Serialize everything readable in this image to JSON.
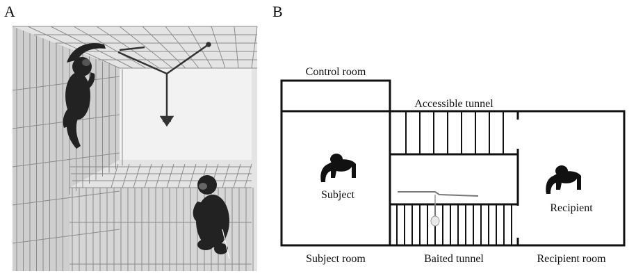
{
  "panel_a": {
    "letter": "A"
  },
  "panel_b": {
    "letter": "B",
    "labels": {
      "control_room": "Control room",
      "accessible_tunnel": "Accessible tunnel",
      "subject": "Subject",
      "recipient": "Recipient",
      "subject_room": "Subject room",
      "baited_tunnel": "Baited tunnel",
      "recipient_room": "Recipient room"
    }
  }
}
